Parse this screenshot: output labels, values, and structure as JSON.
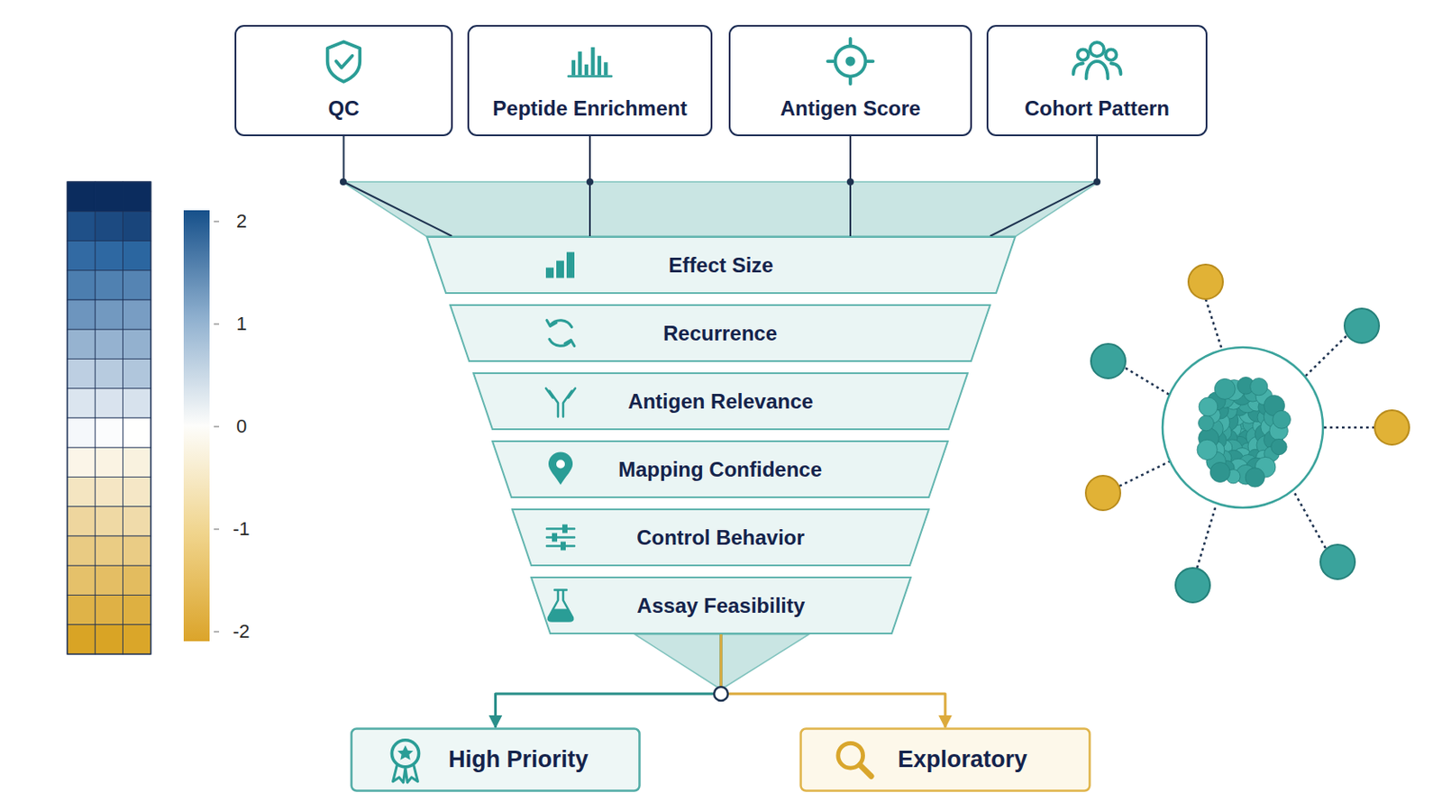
{
  "diagram": {
    "nodes": [
      {
        "text": [
          "QC"
        ]
      },
      {
        "text": [
          "Peptide Enrichment"
        ]
      },
      {
        "text": [
          "Antigen Score"
        ]
      },
      {
        "text": [
          "Cohort Pattern"
        ]
      },
      {
        "text": [
          "Effect Size"
        ]
      },
      {
        "text": [
          "Recurrence"
        ]
      },
      {
        "text": [
          "Antigen Relevance"
        ]
      },
      {
        "text": [
          "Mapping Confidence"
        ]
      },
      {
        "text": [
          "Control Behavior"
        ]
      },
      {
        "text": [
          "Assay Feasibility"
        ]
      },
      {
        "text": [
          "High Priority"
        ]
      },
      {
        "text": [
          "Exploratory"
        ]
      }
    ],
    "edges": [
      {
        "from": 0,
        "to": 4,
        "arrow": "none"
      },
      {
        "from": 1,
        "to": 4,
        "arrow": "none"
      },
      {
        "from": 2,
        "to": 4,
        "arrow": "none"
      },
      {
        "from": 3,
        "to": 4,
        "arrow": "none"
      },
      {
        "from": 9,
        "to": 10,
        "arrow": "to"
      },
      {
        "from": 9,
        "to": 11,
        "arrow": "to"
      }
    ],
    "labels": [
      "2",
      "1",
      "0",
      "-1",
      "-2"
    ]
  }
}
